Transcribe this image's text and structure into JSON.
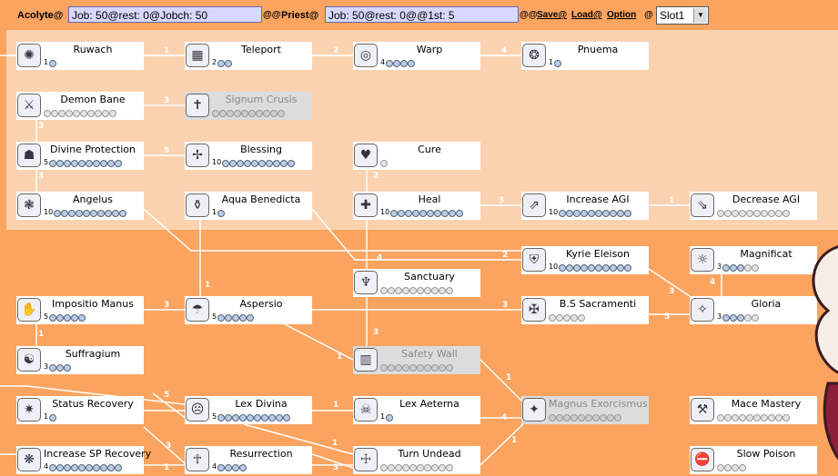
{
  "topbar": {
    "class1_label": "Acolyte@",
    "class1_field": "Job: 50@rest: 0@Jobch: 50",
    "sep1": "@@",
    "class2_label": "Priest@",
    "class2_field": "Job: 50@rest: 0@@1st: 5",
    "sep2": "@@",
    "save": "Save@",
    "load": "Load@",
    "option": "Option",
    "sep3": "@",
    "slot": "Slot1"
  },
  "skills": [
    {
      "id": "ruwach",
      "name": "Ruwach",
      "level": "1",
      "dots": 1,
      "filled": 1,
      "icon": "ruwach-icon",
      "glyph": "✺",
      "disabled": false
    },
    {
      "id": "teleport",
      "name": "Teleport",
      "level": "2",
      "dots": 2,
      "filled": 2,
      "icon": "teleport-icon",
      "glyph": "▦",
      "disabled": false
    },
    {
      "id": "warp",
      "name": "Warp",
      "level": "4",
      "dots": 4,
      "filled": 4,
      "icon": "warp-icon",
      "glyph": "◎",
      "disabled": false
    },
    {
      "id": "pnuema",
      "name": "Pnuema",
      "level": "1",
      "dots": 1,
      "filled": 1,
      "icon": "pnuema-icon",
      "glyph": "❂",
      "disabled": false
    },
    {
      "id": "demon-bane",
      "name": "Demon Bane",
      "level": "",
      "dots": 10,
      "filled": 0,
      "icon": "demon-bane-icon",
      "glyph": "⚔",
      "disabled": false
    },
    {
      "id": "signum-crusis",
      "name": "Signum Crusis",
      "level": "",
      "dots": 10,
      "filled": 0,
      "icon": "signum-crusis-icon",
      "glyph": "✝",
      "disabled": true
    },
    {
      "id": "divine-protection",
      "name": "Divine Protection",
      "level": "5",
      "dots": 10,
      "filled": 10,
      "icon": "divine-protection-icon",
      "glyph": "☗",
      "disabled": false
    },
    {
      "id": "blessing",
      "name": "Blessing",
      "level": "10",
      "dots": 10,
      "filled": 10,
      "icon": "blessing-icon",
      "glyph": "✢",
      "disabled": false
    },
    {
      "id": "cure",
      "name": "Cure",
      "level": "",
      "dots": 1,
      "filled": 0,
      "icon": "cure-icon",
      "glyph": "♥",
      "disabled": false
    },
    {
      "id": "angelus",
      "name": "Angelus",
      "level": "10",
      "dots": 10,
      "filled": 10,
      "icon": "angelus-icon",
      "glyph": "❃",
      "disabled": false
    },
    {
      "id": "aqua-benedicta",
      "name": "Aqua Benedicta",
      "level": "1",
      "dots": 1,
      "filled": 1,
      "icon": "aqua-benedicta-icon",
      "glyph": "⚱",
      "disabled": false
    },
    {
      "id": "heal",
      "name": "Heal",
      "level": "10",
      "dots": 10,
      "filled": 10,
      "icon": "heal-icon",
      "glyph": "✚",
      "disabled": false
    },
    {
      "id": "increase-agi",
      "name": "Increase AGI",
      "level": "10",
      "dots": 10,
      "filled": 10,
      "icon": "increase-agi-icon",
      "glyph": "⇗",
      "disabled": false
    },
    {
      "id": "decrease-agi",
      "name": "Decrease AGI",
      "level": "",
      "dots": 10,
      "filled": 0,
      "icon": "decrease-agi-icon",
      "glyph": "⇘",
      "disabled": false
    },
    {
      "id": "kyrie-eleison",
      "name": "Kyrie Eleison",
      "level": "10",
      "dots": 10,
      "filled": 10,
      "icon": "kyrie-eleison-icon",
      "glyph": "⛨",
      "disabled": false
    },
    {
      "id": "magnificat",
      "name": "Magnificat",
      "level": "3",
      "dots": 5,
      "filled": 3,
      "icon": "magnificat-icon",
      "glyph": "☼",
      "disabled": false
    },
    {
      "id": "sanctuary",
      "name": "Sanctuary",
      "level": "",
      "dots": 10,
      "filled": 0,
      "icon": "sanctuary-icon",
      "glyph": "♆",
      "disabled": false
    },
    {
      "id": "impositio-manus",
      "name": "Impositio Manus",
      "level": "5",
      "dots": 5,
      "filled": 5,
      "icon": "impositio-manus-icon",
      "glyph": "✋",
      "disabled": false
    },
    {
      "id": "aspersio",
      "name": "Aspersio",
      "level": "5",
      "dots": 5,
      "filled": 5,
      "icon": "aspersio-icon",
      "glyph": "☂",
      "disabled": false
    },
    {
      "id": "bs-sacramenti",
      "name": "B.S Sacramenti",
      "level": "",
      "dots": 5,
      "filled": 0,
      "icon": "bs-sacramenti-icon",
      "glyph": "✠",
      "disabled": false
    },
    {
      "id": "gloria",
      "name": "Gloria",
      "level": "3",
      "dots": 5,
      "filled": 3,
      "icon": "gloria-icon",
      "glyph": "✧",
      "disabled": false
    },
    {
      "id": "suffragium",
      "name": "Suffragium",
      "level": "3",
      "dots": 3,
      "filled": 3,
      "icon": "suffragium-icon",
      "glyph": "☯",
      "disabled": false
    },
    {
      "id": "safety-wall",
      "name": "Safety Wall",
      "level": "",
      "dots": 10,
      "filled": 0,
      "icon": "safety-wall-icon",
      "glyph": "▥",
      "disabled": true
    },
    {
      "id": "status-recovery",
      "name": "Status Recovery",
      "level": "1",
      "dots": 1,
      "filled": 1,
      "icon": "status-recovery-icon",
      "glyph": "✷",
      "disabled": false
    },
    {
      "id": "lex-divina",
      "name": "Lex Divina",
      "level": "5",
      "dots": 10,
      "filled": 10,
      "icon": "lex-divina-icon",
      "glyph": "☹",
      "disabled": false
    },
    {
      "id": "lex-aeterna",
      "name": "Lex Aeterna",
      "level": "1",
      "dots": 1,
      "filled": 1,
      "icon": "lex-aeterna-icon",
      "glyph": "☠",
      "disabled": false
    },
    {
      "id": "magnus-exorcismus",
      "name": "Magnus Exorcismus",
      "level": "",
      "dots": 10,
      "filled": 0,
      "icon": "magnus-exorcismus-icon",
      "glyph": "✦",
      "disabled": true
    },
    {
      "id": "mace-mastery",
      "name": "Mace Mastery",
      "level": "",
      "dots": 10,
      "filled": 0,
      "icon": "mace-mastery-icon",
      "glyph": "⚒",
      "disabled": false
    },
    {
      "id": "increase-sp-recovery",
      "name": "Increase SP Recovery",
      "level": "4",
      "dots": 10,
      "filled": 10,
      "icon": "increase-sp-recovery-icon",
      "glyph": "❋",
      "disabled": false
    },
    {
      "id": "resurrection",
      "name": "Resurrection",
      "level": "4",
      "dots": 4,
      "filled": 4,
      "icon": "resurrection-icon",
      "glyph": "☥",
      "disabled": false
    },
    {
      "id": "turn-undead",
      "name": "Turn Undead",
      "level": "",
      "dots": 10,
      "filled": 0,
      "icon": "turn-undead-icon",
      "glyph": "☩",
      "disabled": false
    },
    {
      "id": "slow-poison",
      "name": "Slow Poison",
      "level": "",
      "dots": 4,
      "filled": 0,
      "icon": "slow-poison-icon",
      "glyph": "⛔",
      "disabled": false
    }
  ],
  "link_labels": [
    "1",
    "2",
    "4",
    "3",
    "3",
    "5",
    "3",
    "2",
    "3",
    "1",
    "2",
    "1",
    "4",
    "3",
    "3",
    "1",
    "3",
    "5",
    "4",
    "3",
    "1",
    "1",
    "5",
    "1",
    "1",
    "4",
    "3",
    "1",
    "3",
    "1"
  ],
  "colors": {
    "background": "#fba45f",
    "panel": "#fad2b0",
    "link": "#ffffff",
    "dot": "#b9cbe6"
  }
}
